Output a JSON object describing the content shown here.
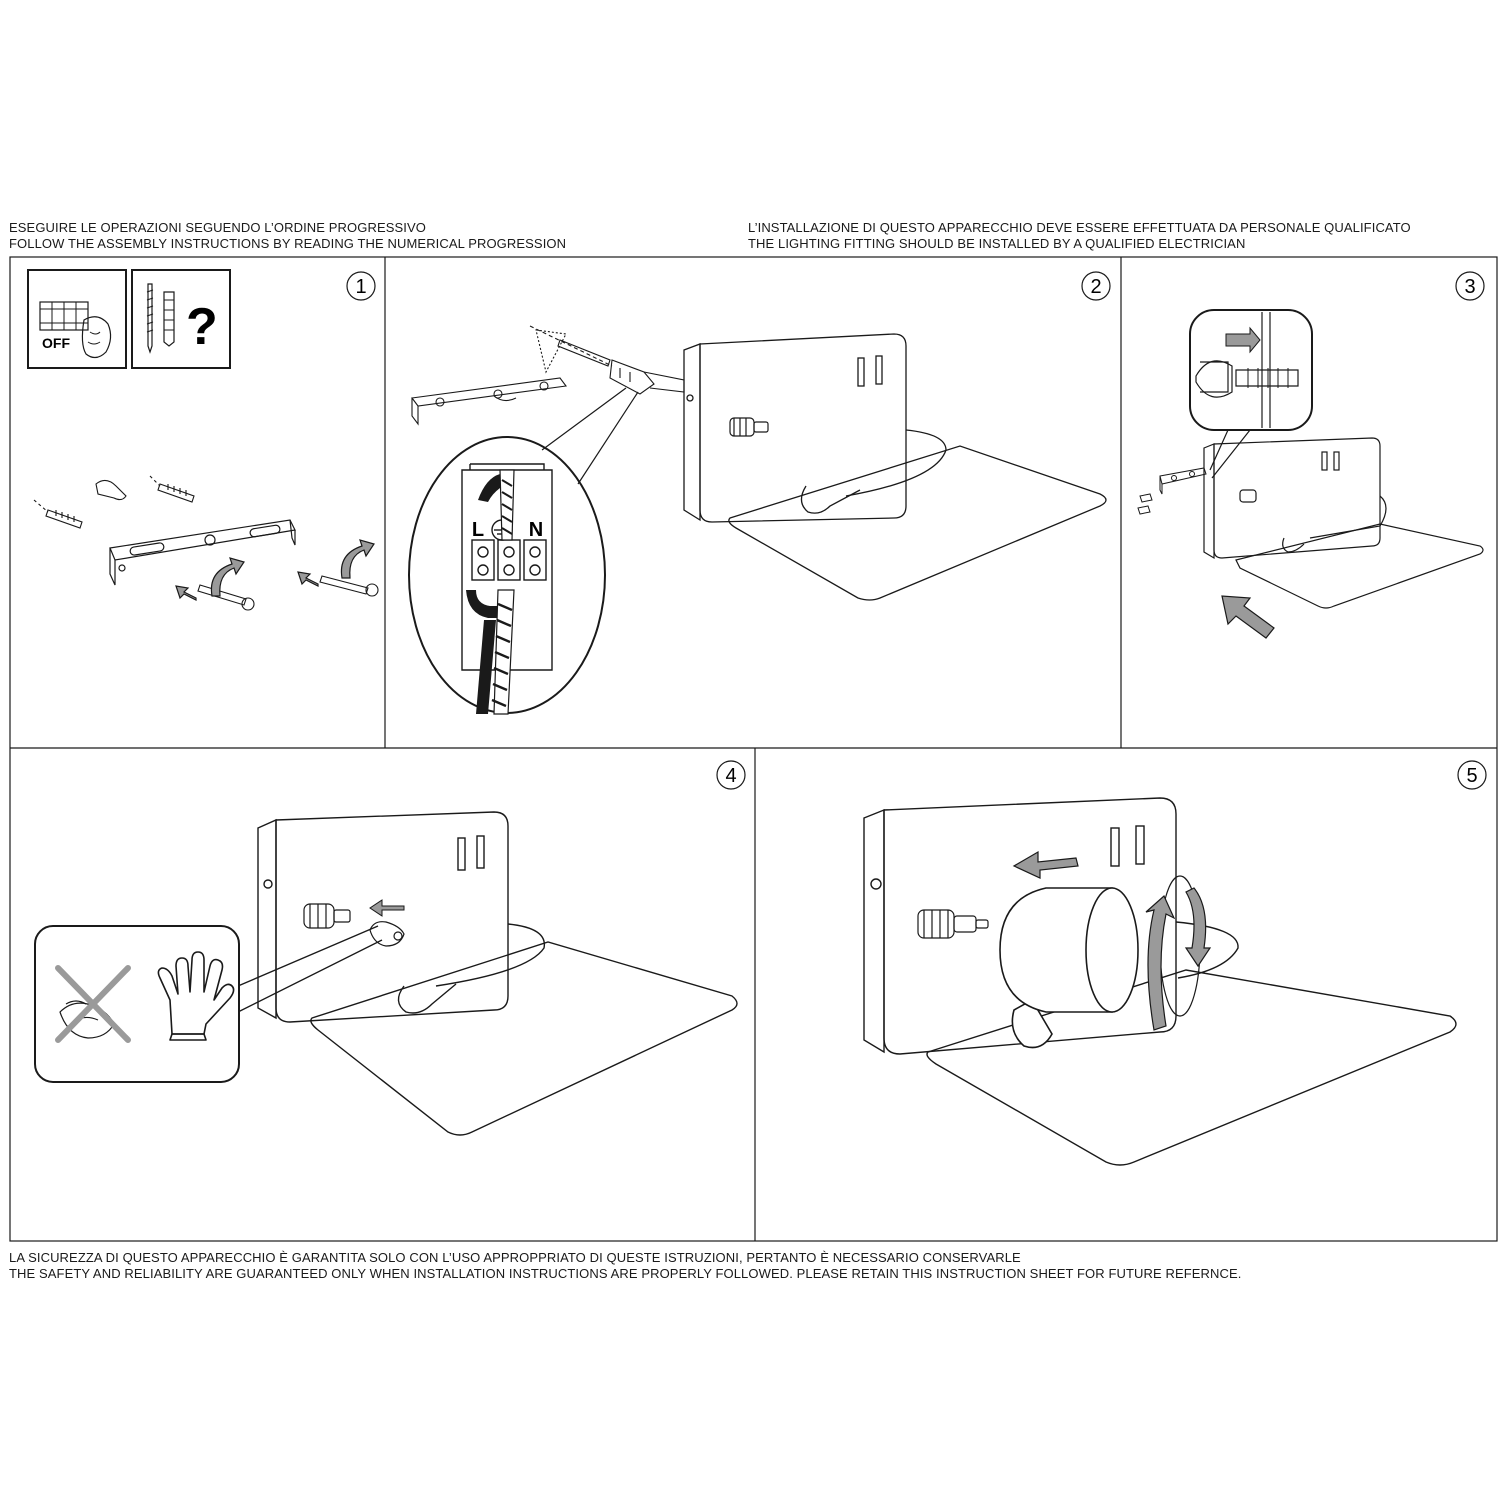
{
  "header": {
    "left": {
      "it": "ESEGUIRE LE OPERAZIONI SEGUENDO L’ORDINE PROGRESSIVO",
      "en": "FOLLOW THE ASSEMBLY INSTRUCTIONS BY READING THE NUMERICAL PROGRESSION"
    },
    "right": {
      "it": "L’INSTALLAZIONE DI QUESTO APPARECCHIO DEVE ESSERE EFFETTUATA DA PERSONALE QUALIFICATO",
      "en": "THE LIGHTING FITTING SHOULD BE INSTALLED BY A QUALIFIED ELECTRICIAN"
    }
  },
  "footer": {
    "it": "LA SICUREZZA DI QUESTO APPARECCHIO È GARANTITA SOLO CON L’USO APPROPPRIATO DI QUESTE ISTRUZIONI, PERTANTO È NECESSARIO CONSERVARLE",
    "en": "THE SAFETY AND RELIABILITY ARE GUARANTEED ONLY WHEN INSTALLATION INSTRUCTIONS ARE PROPERLY FOLLOWED. PLEASE RETAIN THIS INSTRUCTION SHEET FOR FUTURE REFERNCE."
  },
  "steps": [
    {
      "number": "1"
    },
    {
      "number": "2"
    },
    {
      "number": "3"
    },
    {
      "number": "4"
    },
    {
      "number": "5"
    }
  ],
  "icons": {
    "power_off_label": "OFF",
    "question_mark": "?"
  },
  "terminal_labels": {
    "live": "L",
    "neutral": "N"
  },
  "colors": {
    "line": "#1a1a1a",
    "arrow_fill": "#9a9a9a",
    "background": "#ffffff"
  }
}
